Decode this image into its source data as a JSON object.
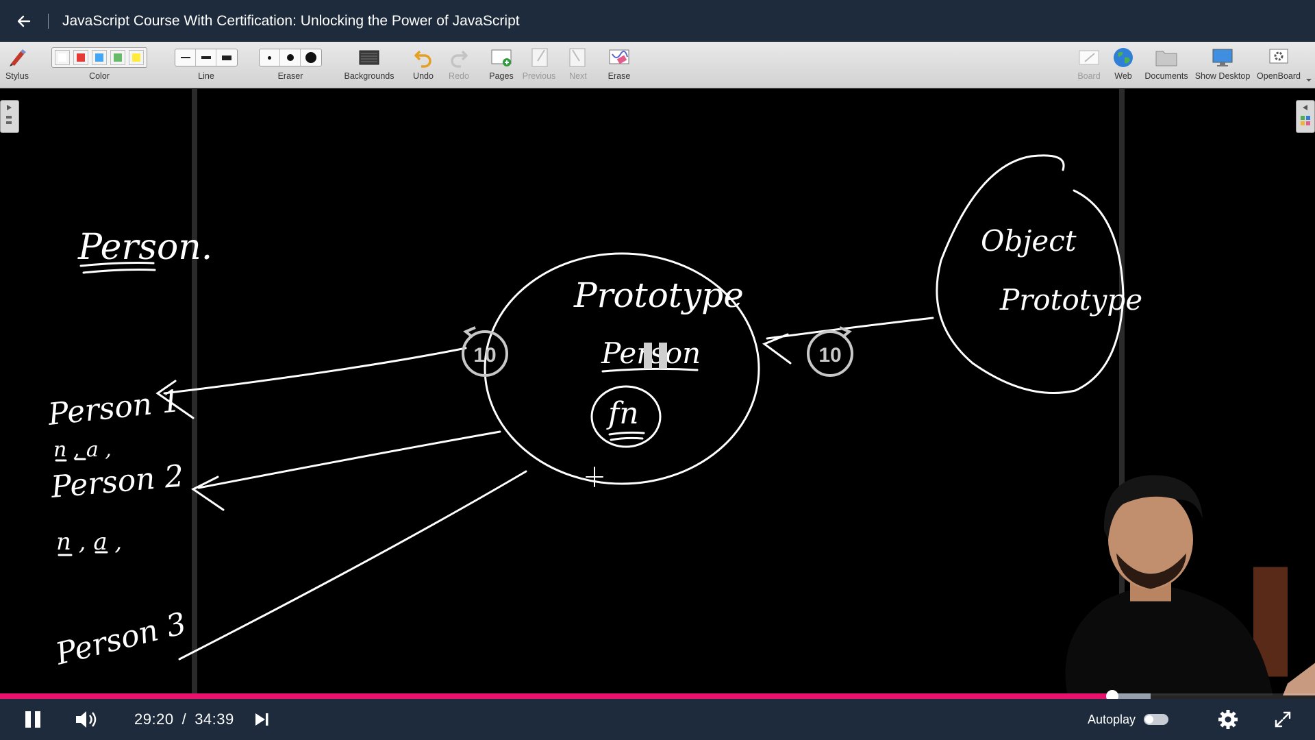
{
  "header": {
    "title": "JavaScript Course With Certification: Unlocking the Power of JavaScript"
  },
  "toolbar": {
    "stylus": "Stylus",
    "color": "Color",
    "line": "Line",
    "eraser": "Eraser",
    "backgrounds": "Backgrounds",
    "undo": "Undo",
    "redo": "Redo",
    "pages": "Pages",
    "previous": "Previous",
    "next": "Next",
    "erase": "Erase",
    "board": "Board",
    "web": "Web",
    "documents": "Documents",
    "show_desktop": "Show Desktop",
    "openboard": "OpenBoard",
    "colors": [
      "#ffffff",
      "#e53935",
      "#42a5f5",
      "#66bb6a",
      "#ffeb3b"
    ]
  },
  "board": {
    "title": "Person.",
    "circle_title": "Prototype",
    "circle_sub": "Person",
    "circle_fn": "fn",
    "object_line1": "Object",
    "object_line2": "Prototype",
    "p1": "Person 1",
    "p1_props": "n , a ,",
    "p2": "Person 2",
    "p2_props": "n , a ,",
    "p3": "Person 3",
    "rewind": "10",
    "forward": "10"
  },
  "player": {
    "progress_played": 0.846,
    "progress_buffered": 0.875,
    "current_time": "29:20",
    "separator": "/",
    "total_time": "34:39",
    "autoplay_label": "Autoplay",
    "accent_color": "#e8116b"
  }
}
